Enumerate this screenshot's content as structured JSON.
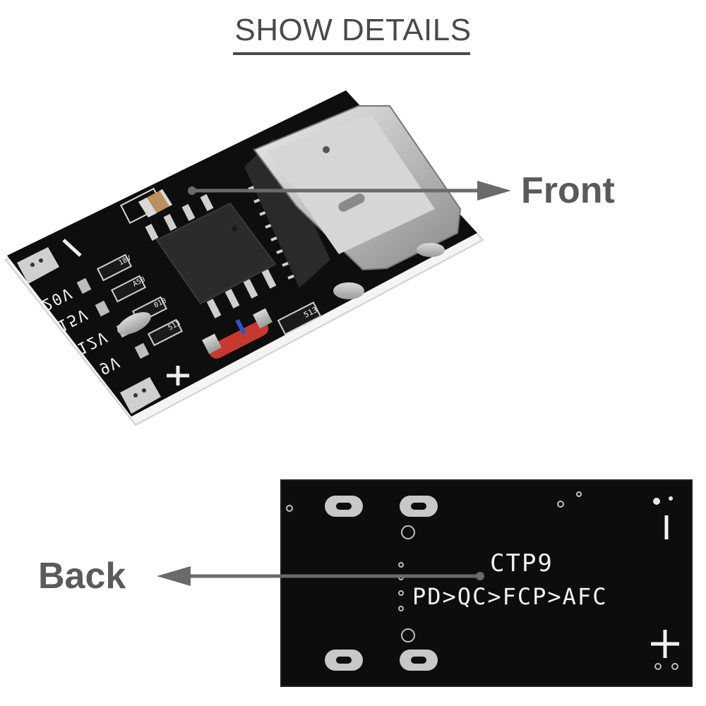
{
  "header": {
    "title": "SHOW DETAILS"
  },
  "callouts": {
    "front": "Front",
    "back": "Back"
  },
  "front_board": {
    "voltages": [
      "20V",
      "15V",
      "12V",
      "9V"
    ],
    "minus": "−",
    "plus": "+",
    "parts": [
      "18V",
      "A50",
      "010",
      "513",
      "513"
    ]
  },
  "back_board": {
    "line1": "CTP9",
    "line2": "PD>QC>FCP>AFC",
    "minus": "−",
    "plus": "+"
  },
  "colors": {
    "text": "#4a4a4a",
    "pcb": "#0d0d0d",
    "silk": "#f2f2f2",
    "silver": "#c8c8c8"
  }
}
